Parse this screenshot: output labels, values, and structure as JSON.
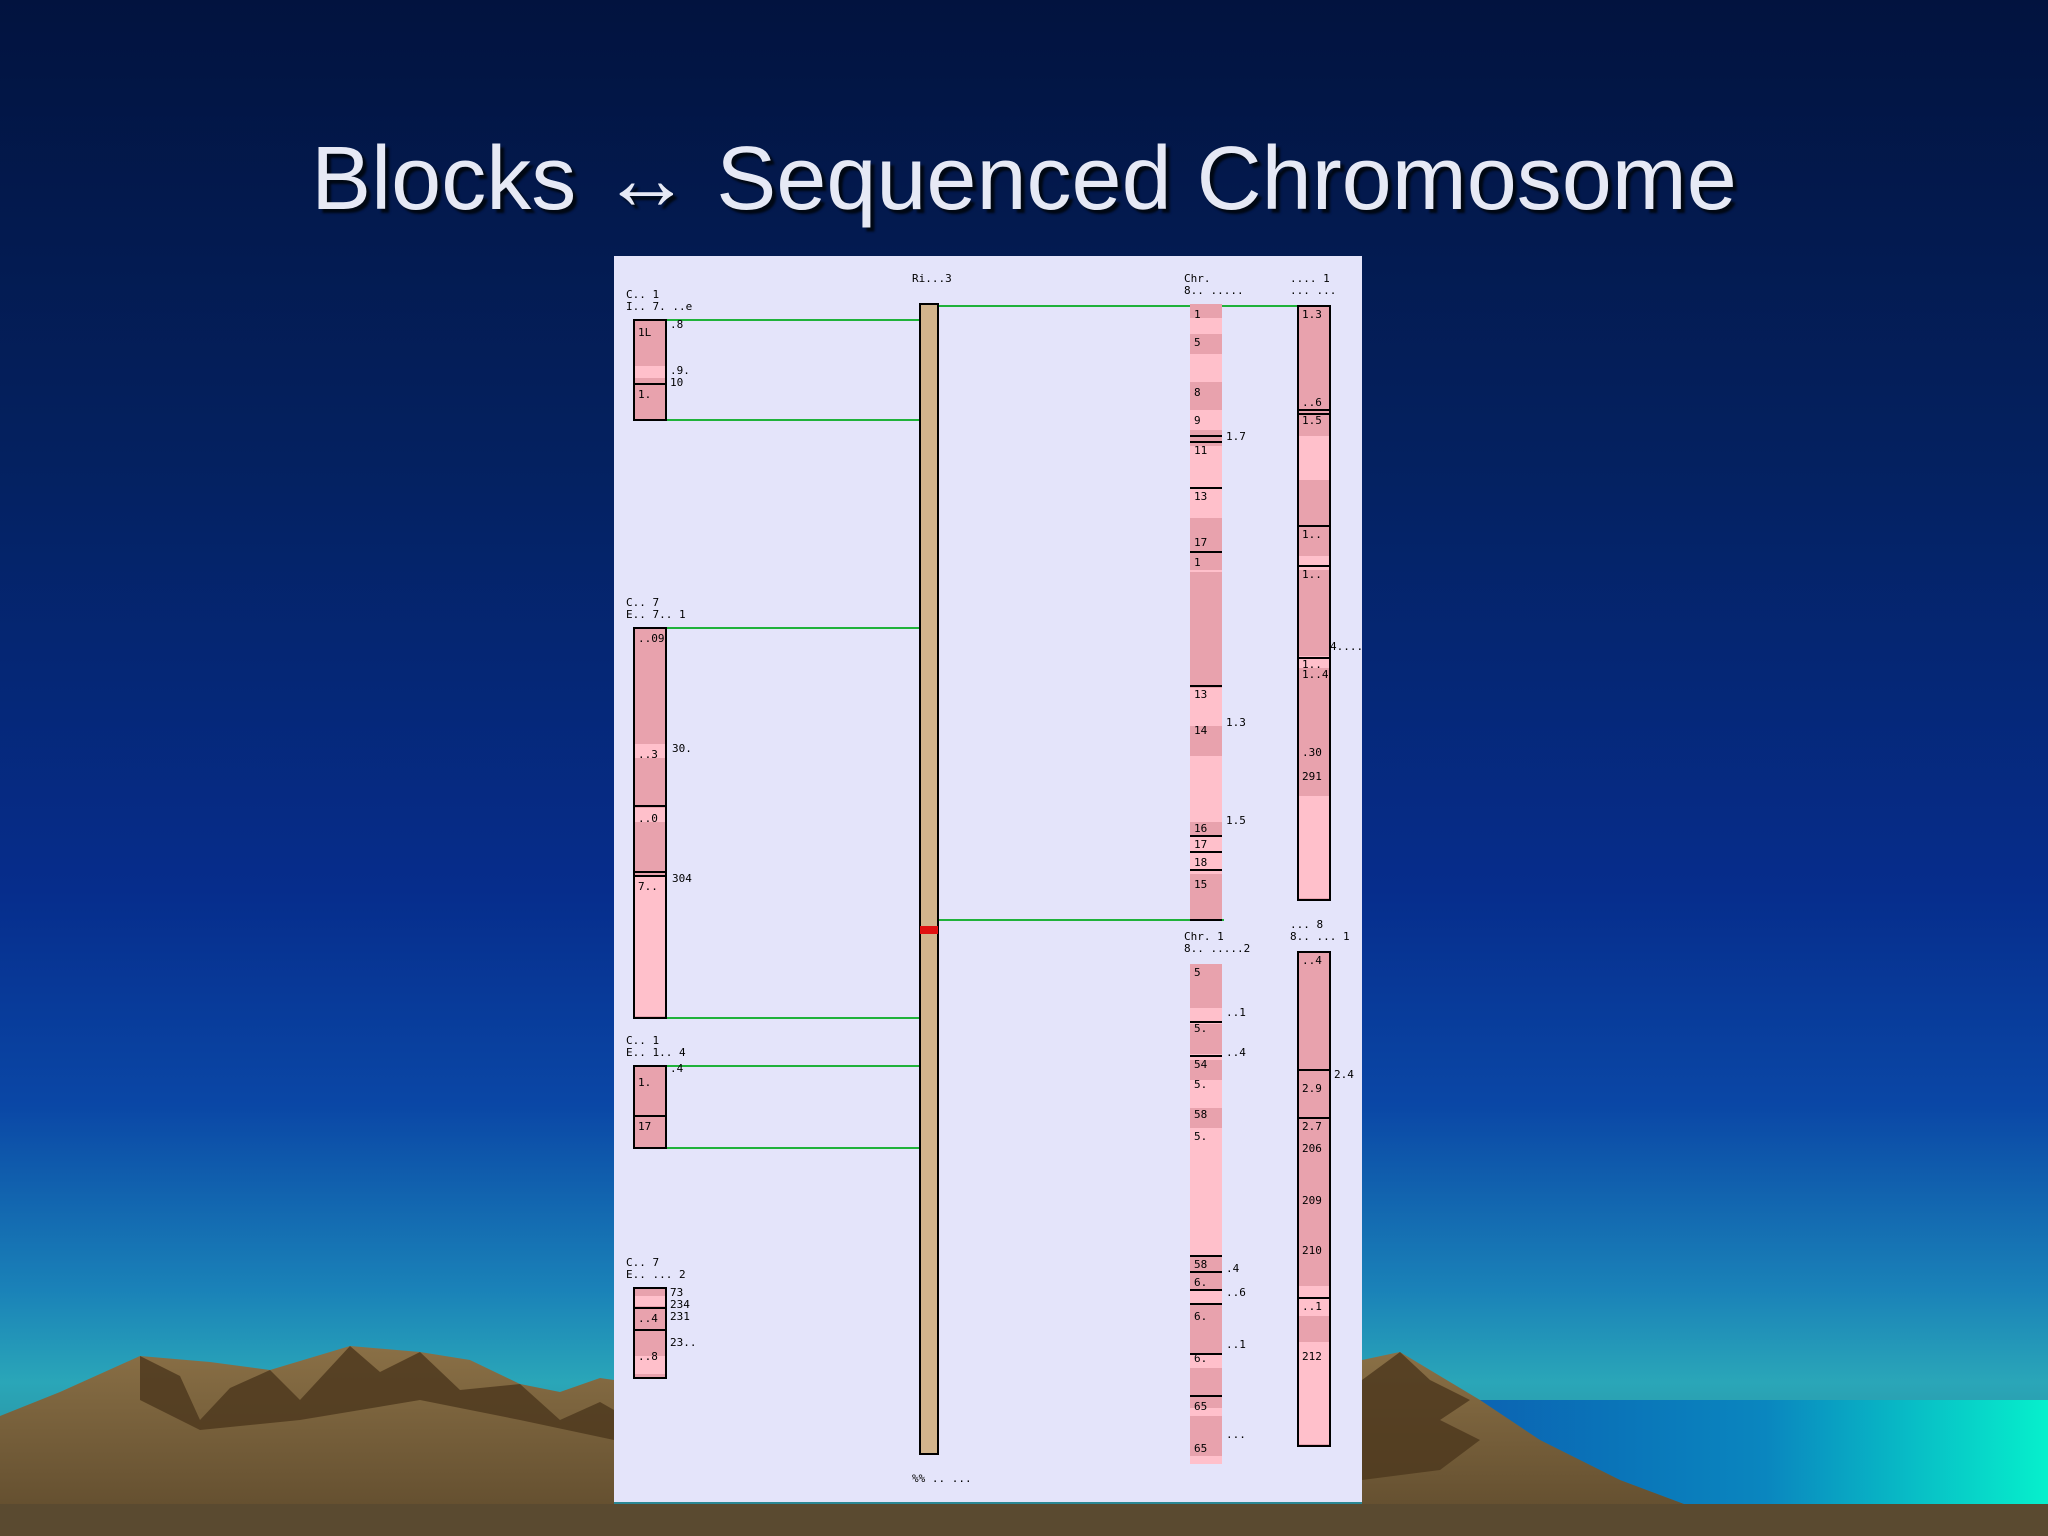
{
  "slide": {
    "title": "Blocks ↔ Sequenced Chromosome"
  },
  "colors": {
    "background_top": "#02133f",
    "background_mid": "#062d8c",
    "sea": "#06e0c8",
    "mountain": "#7a6440",
    "panel": "#e4e4fa",
    "block_fill": "#e8a2ad",
    "block_fill_light": "#ffc0cb",
    "axis_fill": "#d2b48c",
    "link_line": "#1fb23a",
    "marker": "#e01010"
  },
  "diagram": {
    "central_axis": {
      "top_label": "Ri...3",
      "bottom_label": "%% .. ..."
    },
    "left_blocks": [
      {
        "header": [
          "C.. 1",
          "I.. 7. ..e"
        ],
        "segment_labels": [
          "1L",
          "1."
        ],
        "side_labels": [
          ".8",
          ".9.",
          "10"
        ]
      },
      {
        "header": [
          "C.. 7",
          "E.. 7.. 1"
        ],
        "segment_labels": [
          "..09",
          "..3",
          "..0",
          "7.."
        ],
        "side_labels": [
          "30.",
          "304"
        ]
      },
      {
        "header": [
          "C.. 1",
          "E.. 1.. 4"
        ],
        "segment_labels": [
          "1.",
          "17"
        ],
        "side_labels": [
          ".4"
        ]
      },
      {
        "header": [
          "C.. 7",
          "E.. ... 2"
        ],
        "segment_labels": [
          "..4",
          "..8"
        ],
        "side_labels": [
          "73",
          "234",
          "231",
          "23.."
        ]
      }
    ],
    "right_columns": [
      {
        "header": [
          "Chr.",
          "8.. ....."
        ],
        "segment_labels": [
          "1",
          "5",
          "",
          "8",
          "9",
          "11",
          "13",
          "17",
          "1",
          "13",
          "14",
          "16",
          "17",
          "18",
          "15"
        ],
        "side_labels": [
          "1.7",
          "1.3",
          "1.5"
        ]
      },
      {
        "header": [
          ".... 1",
          "... ..."
        ],
        "segment_labels": [
          "1.3",
          "..6",
          "1.5",
          "1..",
          "1..",
          "1..",
          "1..4",
          ".30",
          "291"
        ],
        "side_labels": [
          "4...."
        ]
      },
      {
        "header": [
          "Chr. 1",
          "8.. .....2"
        ],
        "segment_labels": [
          "5",
          "5.",
          "54",
          "5.",
          "58",
          "5.",
          "58",
          "6.",
          "6.",
          "6.",
          "65",
          "65"
        ],
        "side_labels": [
          "..1",
          "..4",
          ".4",
          "..6",
          "..1",
          "..."
        ]
      },
      {
        "header": [
          "... 8",
          "8.. ... 1"
        ],
        "segment_labels": [
          "..4",
          "2.9",
          "2.7",
          "206",
          "209",
          "210",
          "..1",
          "212"
        ],
        "side_labels": [
          "2.4"
        ]
      }
    ]
  }
}
